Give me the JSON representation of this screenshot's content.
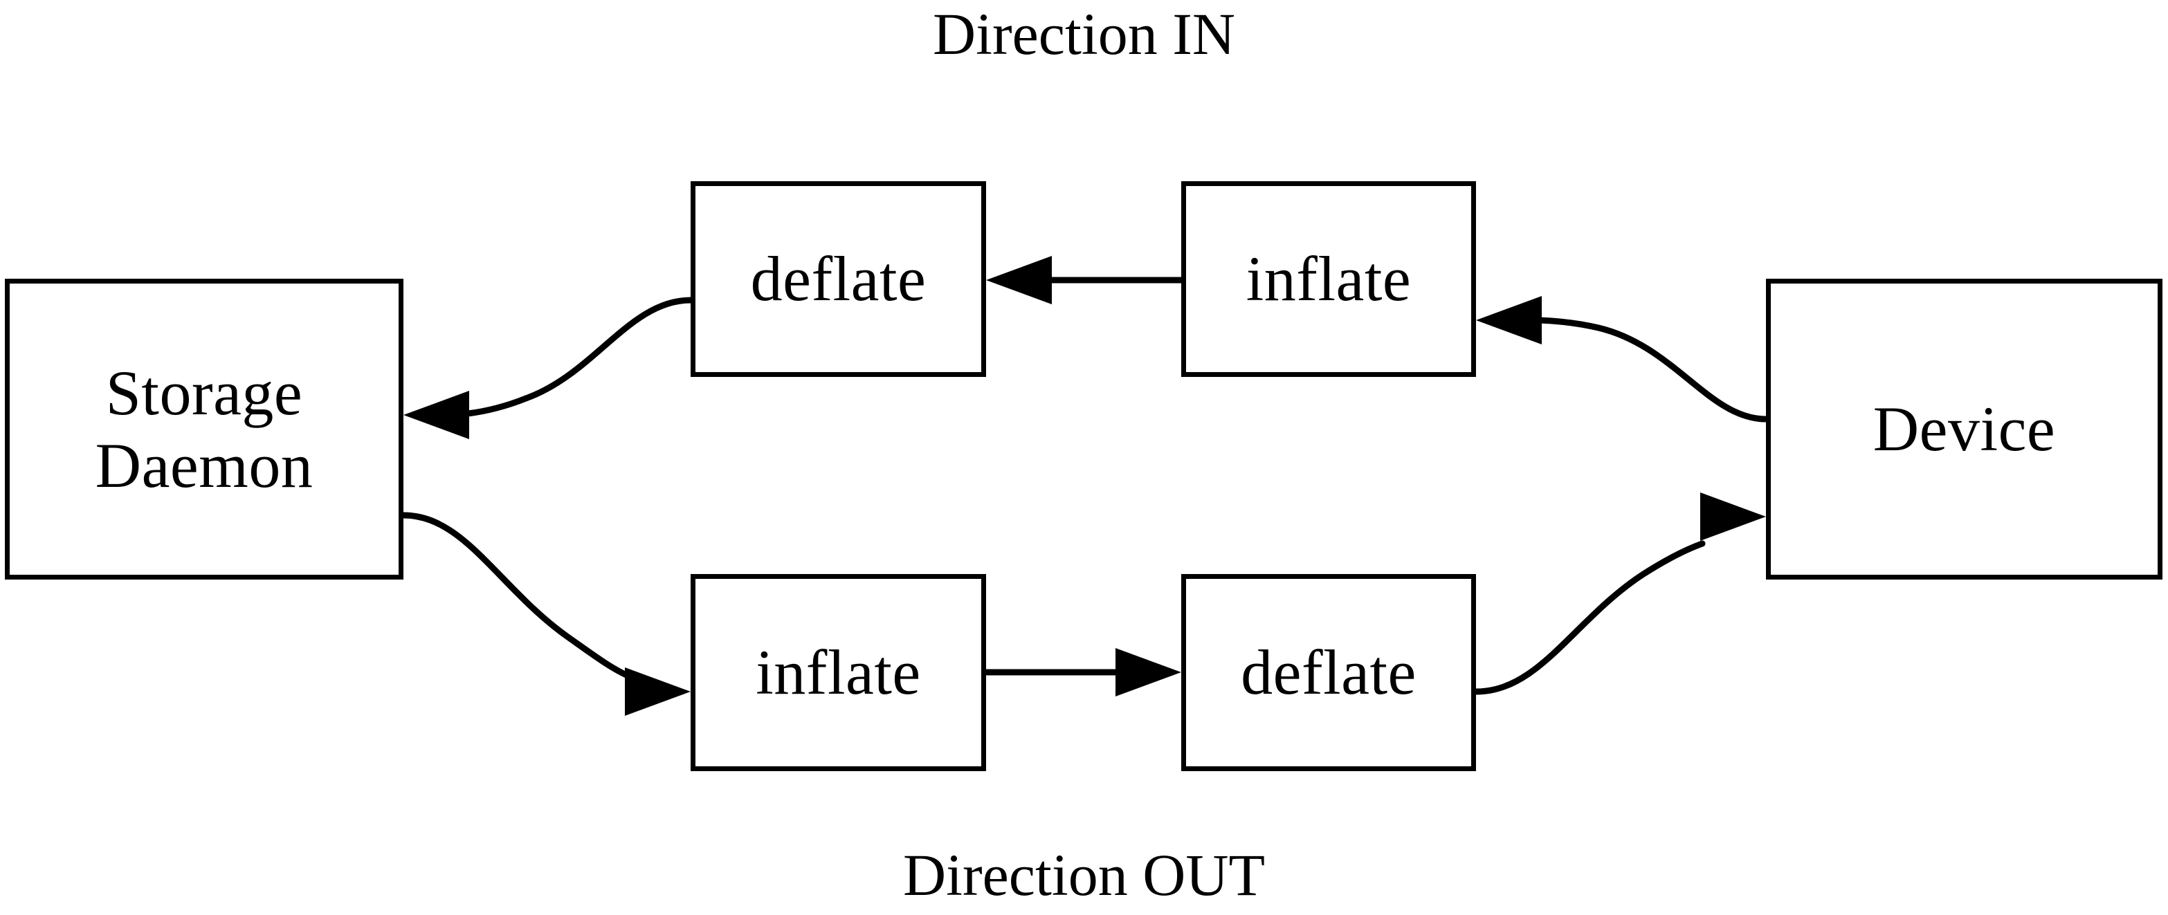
{
  "diagram": {
    "title_top": "Direction IN",
    "title_bottom": "Direction OUT",
    "background_color": "#ffffff",
    "stroke_color": "#000000",
    "nodes": [
      {
        "id": "storage-daemon",
        "label_line1": "Storage",
        "label_line2": "Daemon"
      },
      {
        "id": "deflate-in",
        "label": "deflate"
      },
      {
        "id": "inflate-in",
        "label": "inflate"
      },
      {
        "id": "device",
        "label": "Device"
      },
      {
        "id": "inflate-out",
        "label": "inflate"
      },
      {
        "id": "deflate-out",
        "label": "deflate"
      }
    ],
    "edges": [
      {
        "id": "device-to-inflate-in",
        "from": "device",
        "to": "inflate-in",
        "style": "curved",
        "arrow": "left"
      },
      {
        "id": "inflate-in-to-deflate-in",
        "from": "inflate-in",
        "to": "deflate-in",
        "style": "straight",
        "arrow": "left"
      },
      {
        "id": "deflate-in-to-storage",
        "from": "deflate-in",
        "to": "storage-daemon",
        "style": "curved",
        "arrow": "left"
      },
      {
        "id": "storage-to-inflate-out",
        "from": "storage-daemon",
        "to": "inflate-out",
        "style": "curved",
        "arrow": "right"
      },
      {
        "id": "inflate-out-to-deflate-out",
        "from": "inflate-out",
        "to": "deflate-out",
        "style": "straight",
        "arrow": "right"
      },
      {
        "id": "deflate-out-to-device",
        "from": "deflate-out",
        "to": "device",
        "style": "curved",
        "arrow": "right"
      }
    ]
  }
}
